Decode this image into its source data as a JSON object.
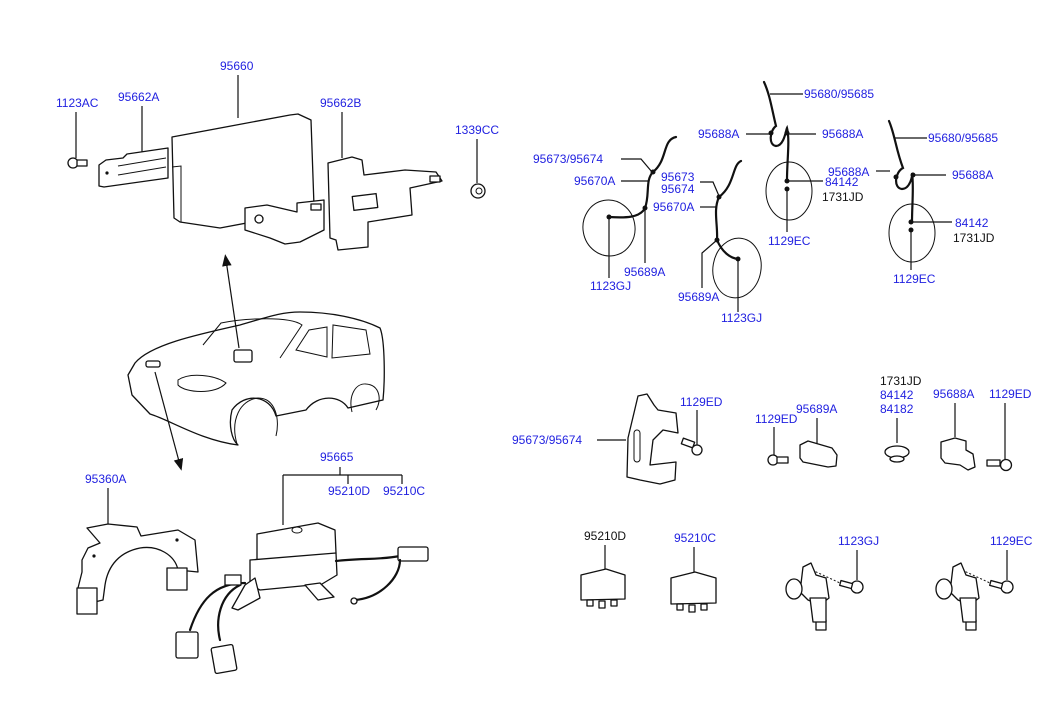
{
  "diagram": {
    "colors": {
      "label": "#1f1fe0",
      "label_plain": "#111111",
      "line": "#111111",
      "background": "#ffffff"
    },
    "labels": {
      "ecu": "95660",
      "ecu_bracket_a": "95662A",
      "ecu_bracket_b": "95662B",
      "bolt_1123ac": "1123AC",
      "nut_1339cc": "1339CC",
      "bracket_95360a": "95360A",
      "relay_assy": "95665",
      "relay_d_ref": "95210D",
      "relay_c_ref": "95210C",
      "front_sensor_harness_1": "95673/95674",
      "front_sensor_1_95670a": "95670A",
      "front_sensor_1_1123gj": "1123GJ",
      "front_sensor_1_95689a": "95689A",
      "front_sensor_harness_2a": "95673",
      "front_sensor_harness_2b": "95674",
      "front_sensor_2_95670a": "95670A",
      "front_sensor_2_95689a": "95689A",
      "front_sensor_2_1123gj": "1123GJ",
      "rear_sensor_1_harness": "95680/95685",
      "rear_sensor_1_clip_l": "95688A",
      "rear_sensor_1_clip_r": "95688A",
      "rear_sensor_1_84142": "84142",
      "rear_sensor_1_1731jd": "1731JD",
      "rear_sensor_1_1129ec": "1129EC",
      "rear_sensor_2_harness": "95680/95685",
      "rear_sensor_2_clip_l": "95688A",
      "rear_sensor_2_clip_r": "95688A",
      "rear_sensor_2_84142": "84142",
      "rear_sensor_2_1731jd": "1731JD",
      "rear_sensor_2_1129ec": "1129EC",
      "bracket_95673_95674": "95673/95674",
      "bolt_1129ed_1": "1129ED",
      "bolt_1129ed_2": "1129ED",
      "clip_95689a": "95689A",
      "grommet_1731jd": "1731JD",
      "grommet_84142": "84142",
      "grommet_84182": "84182",
      "clip_95688a": "95688A",
      "bolt_1129ed_3": "1129ED",
      "relay_95210d": "95210D",
      "relay_95210c": "95210C",
      "sensor_front_bolt": "1123GJ",
      "sensor_rear_bolt": "1129EC"
    }
  }
}
